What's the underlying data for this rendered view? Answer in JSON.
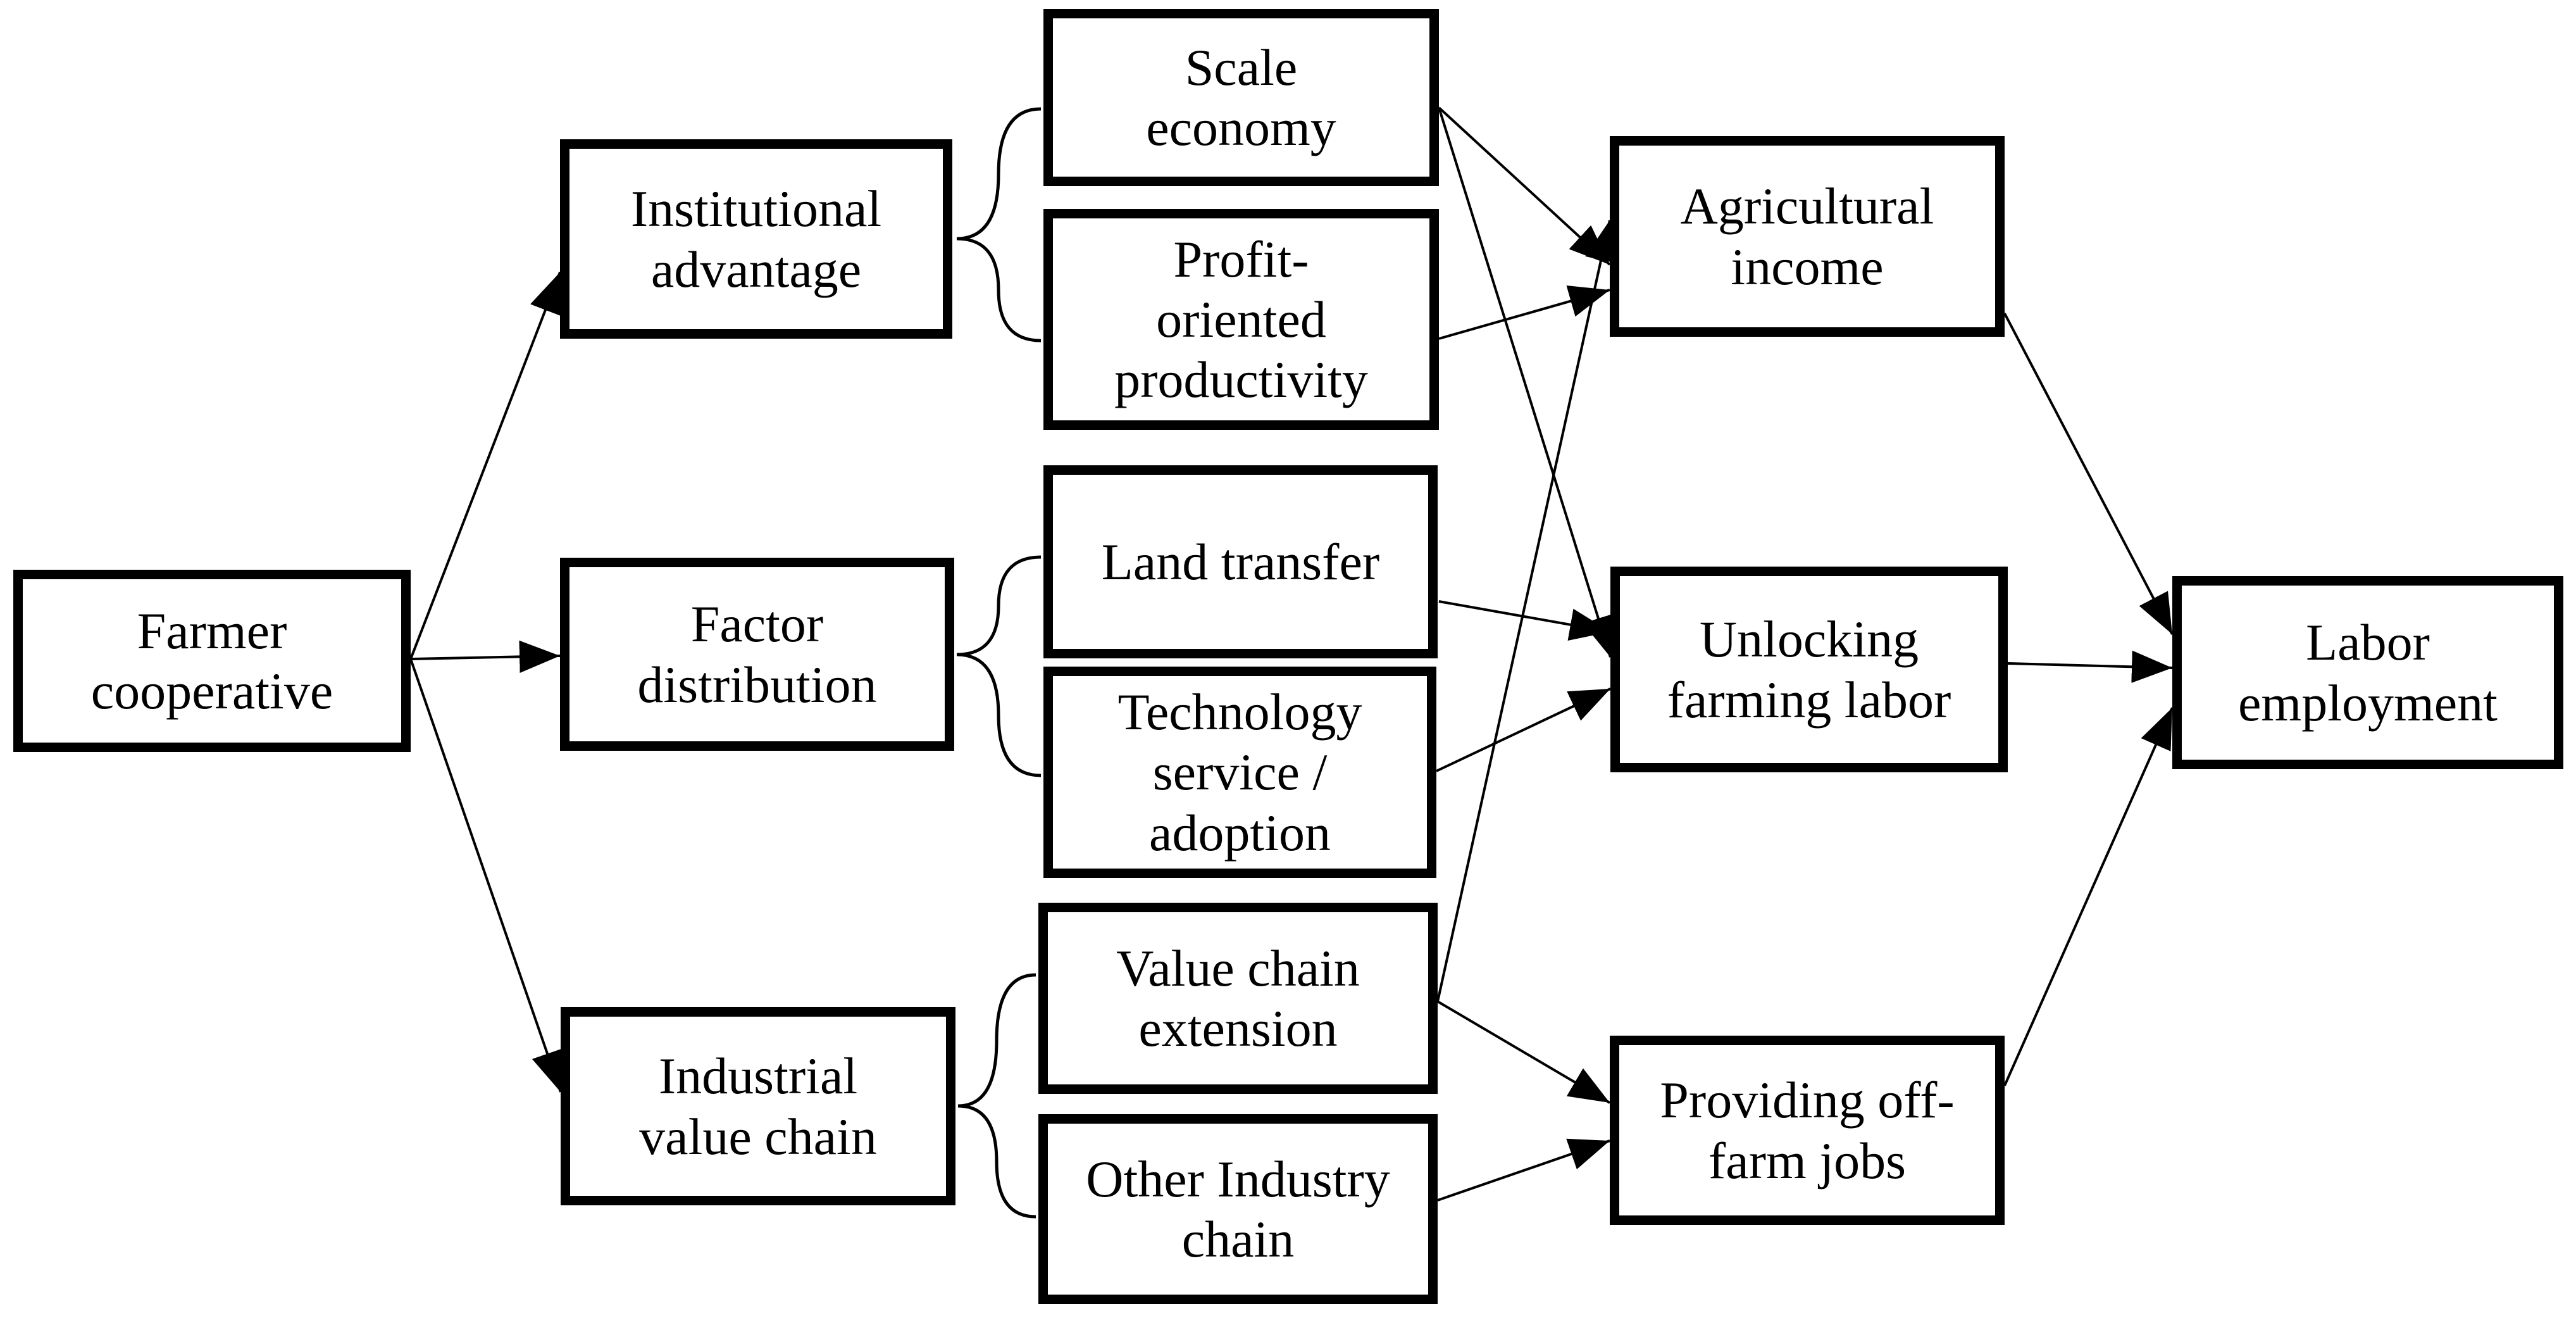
{
  "diagram": {
    "title": "Farmer cooperative and labor employment mechanism diagram",
    "colors": {
      "background": "#ffffff",
      "stroke": "#000000",
      "text": "#000000"
    },
    "nodes": {
      "farmer": {
        "label": "Farmer\ncooperative"
      },
      "institutional": {
        "label": "Institutional\nadvantage"
      },
      "factor": {
        "label": "Factor\ndistribution"
      },
      "industrial": {
        "label": "Industrial\nvalue chain"
      },
      "scale": {
        "label": "Scale\neconomy"
      },
      "profit": {
        "label": "Profit-\noriented\nproductivity"
      },
      "land": {
        "label": "Land transfer"
      },
      "tech": {
        "label": "Technology\nservice /\nadoption"
      },
      "value_ext": {
        "label": "Value chain\nextension"
      },
      "other_ind": {
        "label": "Other Industry\nchain"
      },
      "agri": {
        "label": "Agricultural\nincome"
      },
      "unlock": {
        "label": "Unlocking\nfarming labor"
      },
      "provide": {
        "label": "Providing off-\nfarm jobs"
      },
      "labor": {
        "label": "Labor\nemployment"
      }
    },
    "edges": [
      {
        "from": "farmer",
        "to": "institutional",
        "type": "arrow"
      },
      {
        "from": "farmer",
        "to": "factor",
        "type": "arrow"
      },
      {
        "from": "farmer",
        "to": "industrial",
        "type": "arrow"
      },
      {
        "from": "scale",
        "to": "agri",
        "type": "arrow"
      },
      {
        "from": "scale",
        "to": "unlock",
        "type": "arrow"
      },
      {
        "from": "profit",
        "to": "agri",
        "type": "arrow"
      },
      {
        "from": "value_ext",
        "to": "agri",
        "type": "arrow"
      },
      {
        "from": "land",
        "to": "unlock",
        "type": "arrow"
      },
      {
        "from": "tech",
        "to": "unlock",
        "type": "arrow"
      },
      {
        "from": "value_ext",
        "to": "provide",
        "type": "arrow"
      },
      {
        "from": "other_ind",
        "to": "provide",
        "type": "arrow"
      },
      {
        "from": "agri",
        "to": "labor",
        "type": "arrow"
      },
      {
        "from": "unlock",
        "to": "labor",
        "type": "arrow"
      },
      {
        "from": "provide",
        "to": "labor",
        "type": "arrow"
      }
    ],
    "brace_groups": [
      {
        "source": "institutional",
        "targets": [
          "scale",
          "profit"
        ]
      },
      {
        "source": "factor",
        "targets": [
          "land",
          "tech"
        ]
      },
      {
        "source": "industrial",
        "targets": [
          "value_ext",
          "other_ind"
        ]
      }
    ]
  }
}
